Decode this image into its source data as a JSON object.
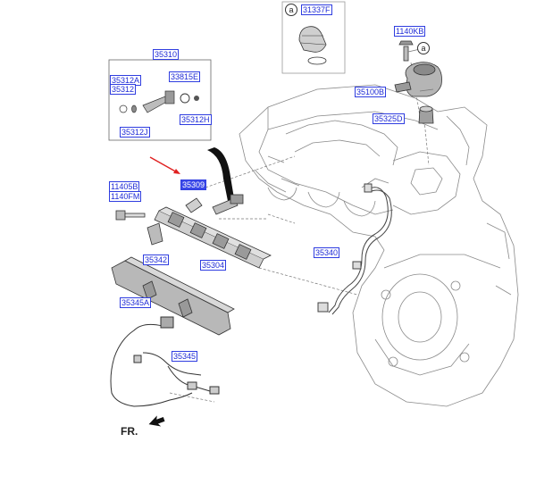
{
  "callouts": {
    "inset_part": "31337F",
    "inset_letter": "a",
    "bolt_top": "1140KB",
    "pump": "35100B",
    "pump_seal": "35325D",
    "kit_group": "35310",
    "kit_a": "35312A",
    "kit_b": "35312",
    "kit_c": "33815E",
    "kit_d": "35312J",
    "kit_e": "35312H",
    "injector_highlight": "35309",
    "bolt_a": "11405B",
    "bolt_b": "1140FM",
    "bracket": "35342",
    "rail": "35304",
    "tube": "35340",
    "rail_cover": "35345A",
    "harness": "35345",
    "circle_label": "a"
  },
  "direction_label": "FR.",
  "colors": {
    "callout_border": "#2f3de0",
    "callout_text": "#1f2bd6",
    "highlight_fill": "#3b49e8",
    "pointer_arrow": "#e02020",
    "line_art": "#555555"
  }
}
